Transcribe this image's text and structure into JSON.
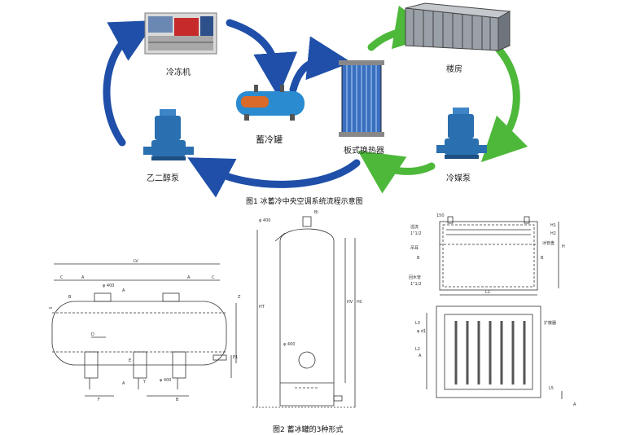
{
  "figure1": {
    "caption": "图1 冰蓄冷中央空调系统流程示意图",
    "components": {
      "chiller": "冷冻机",
      "storage_tank": "蓄冷罐",
      "plate_exchanger": "板式换热器",
      "building": "楼房",
      "glycol_pump": "乙二醇泵",
      "coolant_pump": "冷媒泵"
    },
    "colors": {
      "glycol_loop": "#1f4fa8",
      "coolant_loop": "#4db83a",
      "equipment": "#2a6fb0"
    }
  },
  "figure2": {
    "caption": "图2 蓄冰罐的3种形式",
    "horizontal_tank": {
      "dims": [
        "LV",
        "C",
        "A",
        "A",
        "C",
        "B",
        "D",
        "E",
        "Y",
        "F",
        "B",
        "Z",
        "E1"
      ],
      "diameters": [
        "φ 400",
        "φ 400"
      ],
      "section_marks": [
        "A",
        "A"
      ]
    },
    "vertical_tank": {
      "dims": [
        "HT",
        "HV",
        "HC",
        "Bi"
      ],
      "diameters": [
        "φ 400",
        "φ 400"
      ]
    },
    "rect_tank": {
      "labels": [
        "溢流",
        "1\"1/2",
        "吊耳",
        "回水管",
        "1\"1/2",
        "L1",
        "H1",
        "H2",
        "H",
        "B",
        "B",
        "L3",
        "φ d1",
        "L2",
        "L5",
        "A",
        "A",
        "冰管盘",
        "扩散器"
      ],
      "top_dim": "150"
    }
  }
}
